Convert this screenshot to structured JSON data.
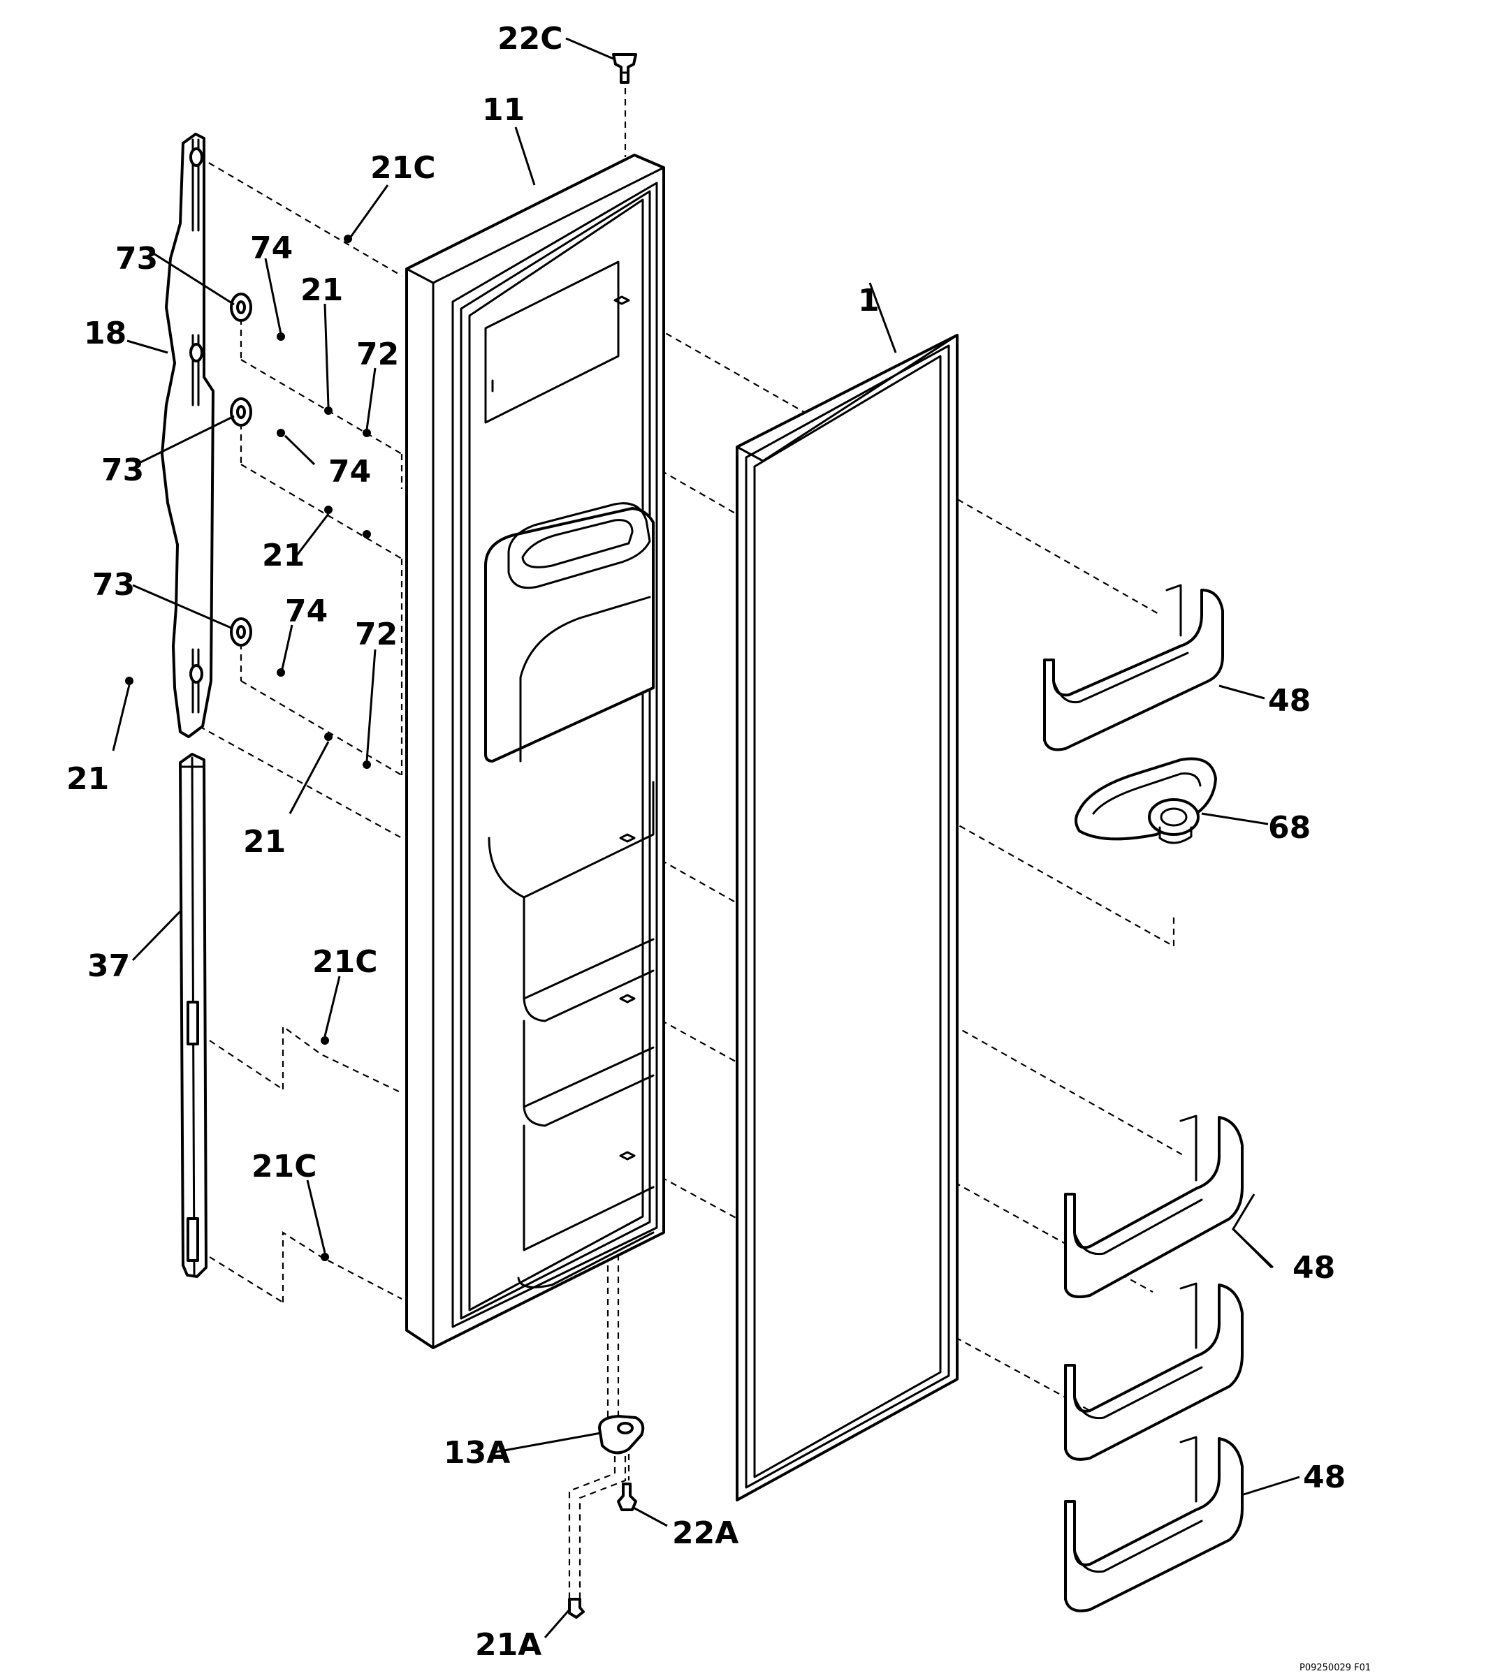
{
  "diagram": {
    "callouts": {
      "c22c": "22C",
      "c11": "11",
      "c21c_top": "21C",
      "c73_a": "73",
      "c74_a": "74",
      "c21_a": "21",
      "c18": "18",
      "c72_a": "72",
      "c73_b": "73",
      "c74_b": "74",
      "c21_b": "21",
      "c73_c": "73",
      "c74_c": "74",
      "c72_b": "72",
      "c21_c": "21",
      "c21_d": "21",
      "c37": "37",
      "c21c_mid": "21C",
      "c21c_low": "21C",
      "c1": "1",
      "c48_top": "48",
      "c68": "68",
      "c48_mid": "48",
      "c48_low": "48",
      "c13a": "13A",
      "c22a": "22A",
      "c21a": "21A"
    },
    "drawing_code": "P09250029 F01"
  }
}
